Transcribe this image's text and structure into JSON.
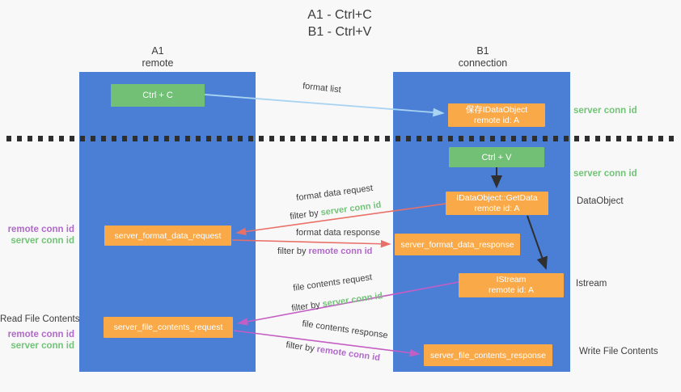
{
  "title": {
    "line1": "A1 - Ctrl+C",
    "line2": "B1 - Ctrl+V"
  },
  "lanes": {
    "left": {
      "name": "A1",
      "role": "remote"
    },
    "right": {
      "name": "B1",
      "role": "connection"
    }
  },
  "nodes": {
    "ctrl_c": {
      "label": "Ctrl + C"
    },
    "save_idataobject": {
      "line1": "保存IDataObject",
      "line2": "remote id: A"
    },
    "ctrl_v": {
      "label": "Ctrl + V"
    },
    "getdata": {
      "line1": "IDataObject::GetData",
      "line2": "remote id: A"
    },
    "format_request": {
      "label": "server_format_data_request"
    },
    "format_response": {
      "label": "server_format_data_response"
    },
    "istream": {
      "line1": "IStream",
      "line2": "remote id: A"
    },
    "file_request": {
      "label": "server_file_contents_request"
    },
    "file_response": {
      "label": "server_file_contents_response"
    }
  },
  "arrow_labels": {
    "format_list": "format list",
    "format_data_request": "format data request",
    "format_data_response": "format data response",
    "file_contents_request": "file contents request",
    "file_contents_response": "file contents response",
    "filter_by": "filter by",
    "server_conn_id": "server conn id",
    "remote_conn_id": "remote conn id"
  },
  "side_labels": {
    "right_server_conn_id_top": "server conn id",
    "right_server_conn_id_mid": "server conn id",
    "dataobject": "DataObject",
    "istream": "Istream",
    "write_file_contents": "Write File Contents",
    "left_remote_conn_id_top": "remote conn id",
    "left_server_conn_id_top": "server conn id",
    "read_file_contents": "Read File Contents",
    "left_remote_conn_id_bottom": "remote conn id",
    "left_server_conn_id_bottom": "server conn id"
  },
  "colors": {
    "lane_blue": "#4a7fd5",
    "node_green": "#71c075",
    "node_orange": "#f9a947",
    "arrow_blue": "#a8d3f2",
    "arrow_red": "#e97068",
    "arrow_magenta": "#c45ec4",
    "arrow_black": "#2f2f2f",
    "text_green": "#72c378",
    "text_purple": "#b169ca",
    "background": "#f8f8f8"
  }
}
